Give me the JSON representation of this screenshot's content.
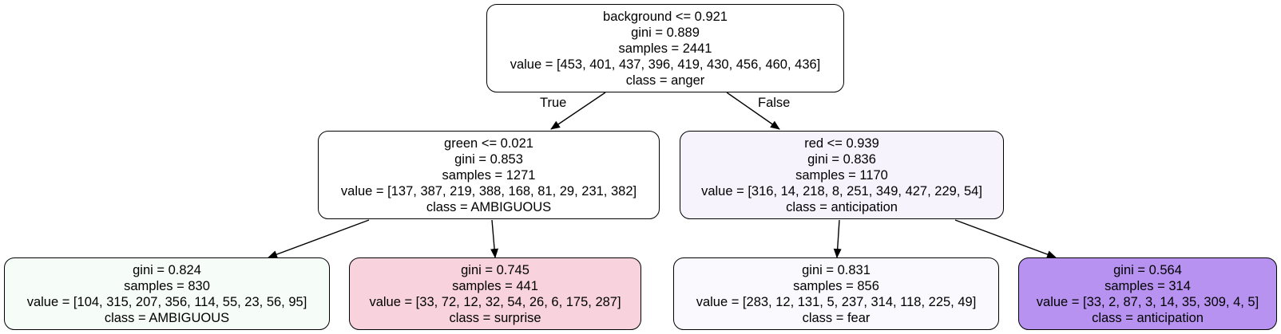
{
  "nodes": {
    "n0": {
      "split": "background <= 0.921",
      "gini": "gini = 0.889",
      "samples": "samples = 2441",
      "value": "value = [453, 401, 437, 396, 419, 430, 456, 460, 436]",
      "class": "class = anger",
      "fill": "#ffffff"
    },
    "n1": {
      "split": "green <= 0.021",
      "gini": "gini = 0.853",
      "samples": "samples = 1271",
      "value": "value = [137, 387, 219, 388, 168, 81, 29, 231, 382]",
      "class": "class = AMBIGUOUS",
      "fill": "#ffffff"
    },
    "n2": {
      "split": "red <= 0.939",
      "gini": "gini = 0.836",
      "samples": "samples = 1170",
      "value": "value = [316, 14, 218, 8, 251, 349, 427, 229, 54]",
      "class": "class = anticipation",
      "fill": "#f6f3fd"
    },
    "n3": {
      "gini": "gini = 0.824",
      "samples": "samples = 830",
      "value": "value = [104, 315, 207, 356, 114, 55, 23, 56, 95]",
      "class": "class = AMBIGUOUS",
      "fill": "#f6fcf8"
    },
    "n4": {
      "gini": "gini = 0.745",
      "samples": "samples = 441",
      "value": "value = [33, 72, 12, 32, 54, 26, 6, 175, 287]",
      "class": "class = surprise",
      "fill": "#f8d3dd"
    },
    "n5": {
      "gini": "gini = 0.831",
      "samples": "samples = 856",
      "value": "value = [283, 12, 131, 5, 237, 314, 118, 225, 49]",
      "class": "class = fear",
      "fill": "#f9f9fe"
    },
    "n6": {
      "gini": "gini = 0.564",
      "samples": "samples = 314",
      "value": "value = [33, 2, 87, 3, 14, 35, 309, 4, 5]",
      "class": "class = anticipation",
      "fill": "#b792f0"
    }
  },
  "edge_labels": {
    "true": "True",
    "false": "False"
  }
}
